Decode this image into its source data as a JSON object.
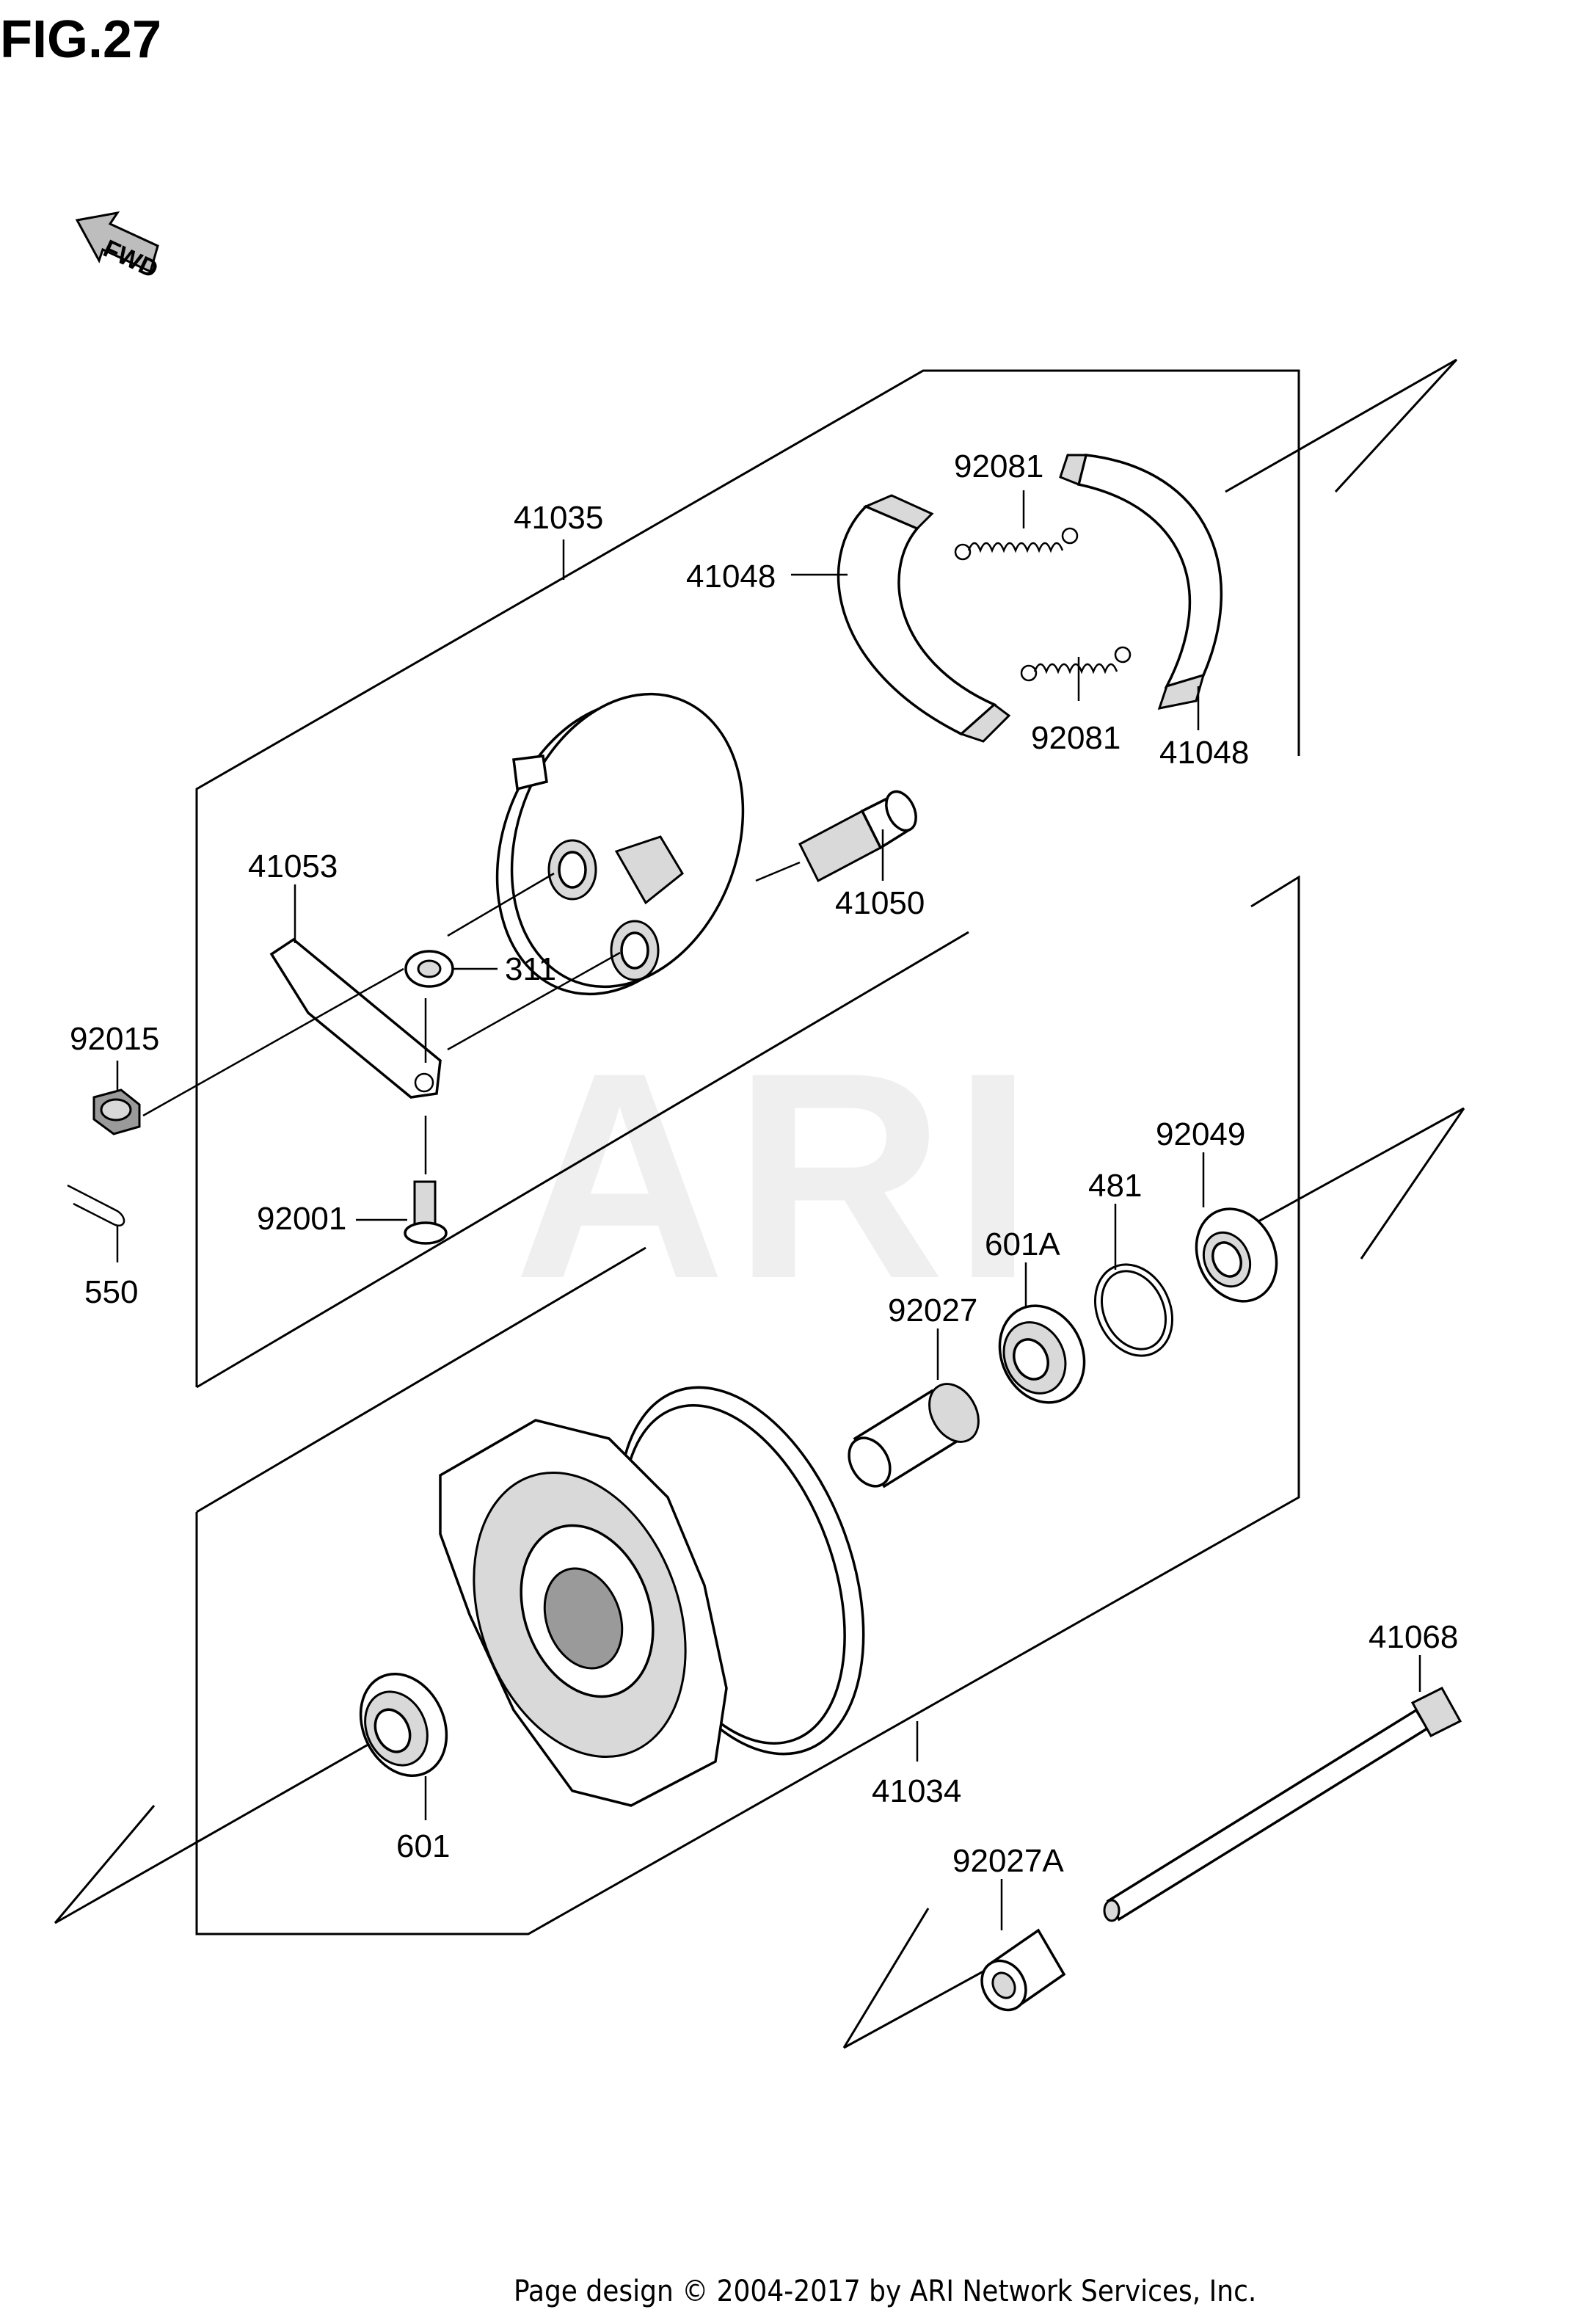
{
  "figure": {
    "title": "FIG.27"
  },
  "direction_arrow": {
    "label": "FWD",
    "icon": "forward-arrow-icon"
  },
  "watermark": "ARI",
  "parts": [
    {
      "id": "41035",
      "label": "41035"
    },
    {
      "id": "41048a",
      "label": "41048"
    },
    {
      "id": "92081a",
      "label": "92081"
    },
    {
      "id": "92081b",
      "label": "92081"
    },
    {
      "id": "41048b",
      "label": "41048"
    },
    {
      "id": "41053",
      "label": "41053"
    },
    {
      "id": "41050",
      "label": "41050"
    },
    {
      "id": "311",
      "label": "311"
    },
    {
      "id": "92015",
      "label": "92015"
    },
    {
      "id": "92001",
      "label": "92001"
    },
    {
      "id": "550",
      "label": "550"
    },
    {
      "id": "92049",
      "label": "92049"
    },
    {
      "id": "481",
      "label": "481"
    },
    {
      "id": "601A",
      "label": "601A"
    },
    {
      "id": "92027",
      "label": "92027"
    },
    {
      "id": "41068",
      "label": "41068"
    },
    {
      "id": "41034",
      "label": "41034"
    },
    {
      "id": "601",
      "label": "601"
    },
    {
      "id": "92027A",
      "label": "92027A"
    }
  ],
  "footer": {
    "text": "Page design © 2004-2017 by ARI Network Services, Inc."
  }
}
